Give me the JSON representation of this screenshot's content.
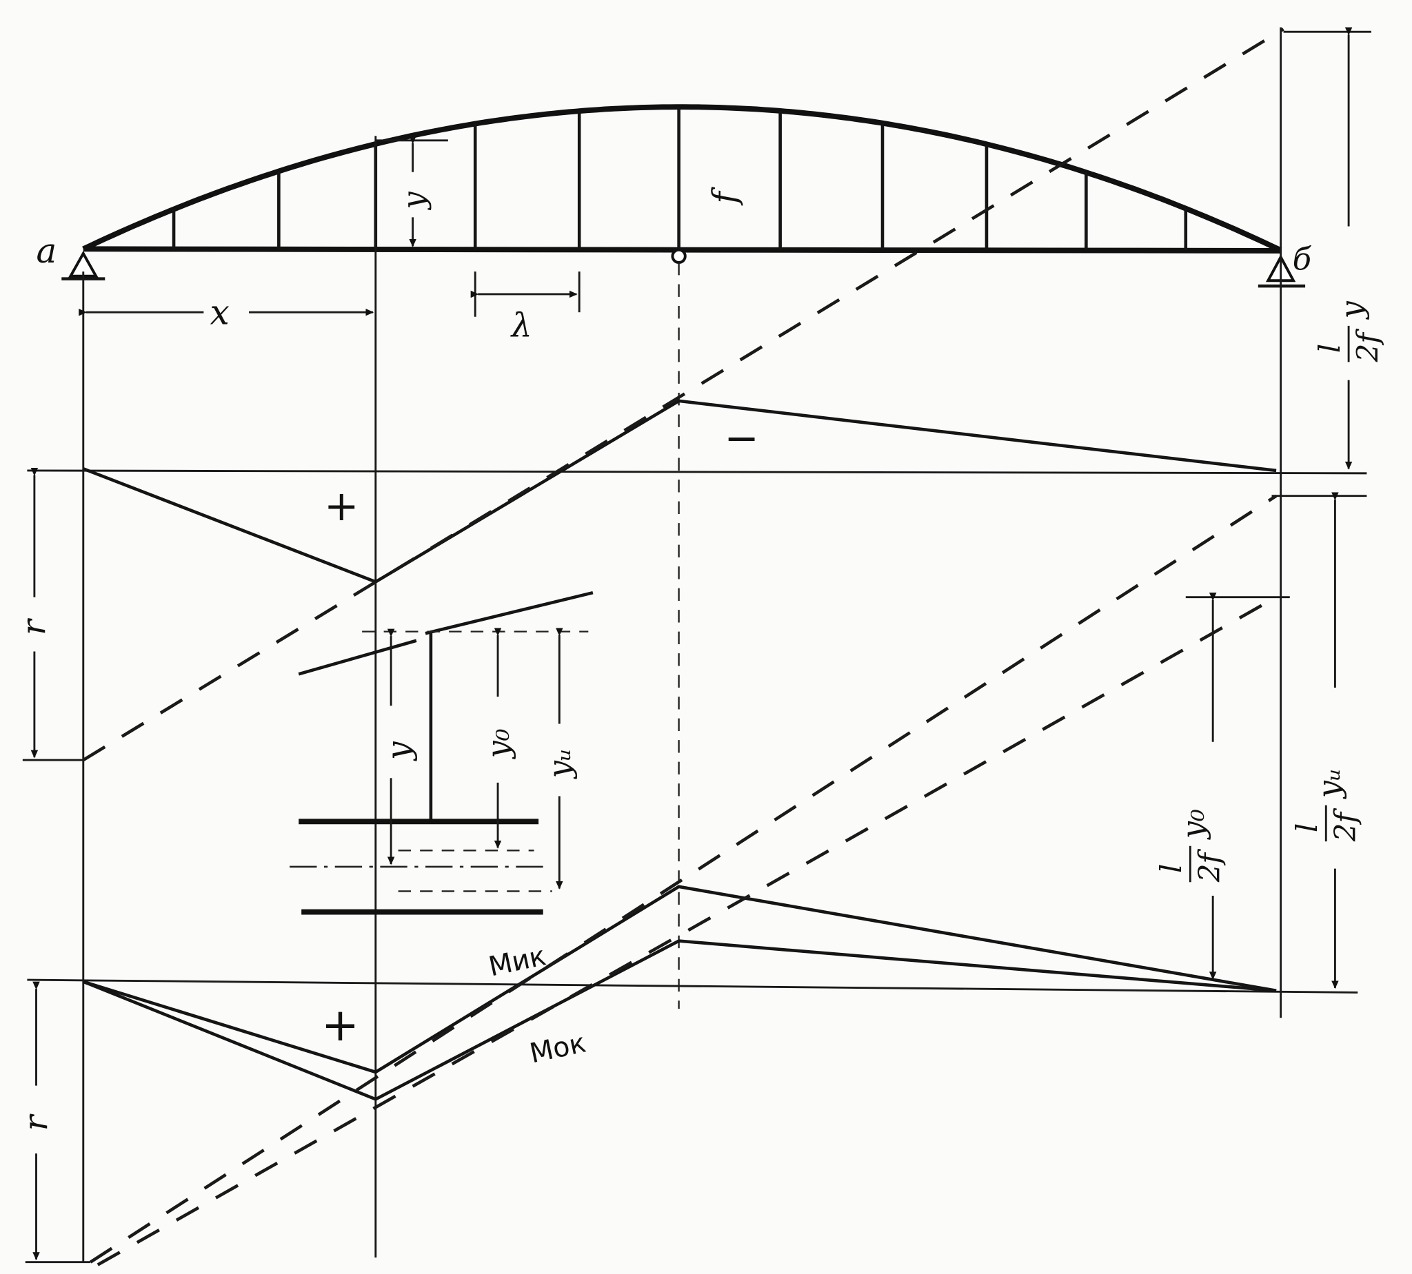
{
  "labels": {
    "support_a": "a",
    "support_b": "б",
    "x": "x",
    "lambda": "λ",
    "y_arch": "y",
    "f": "f",
    "r_top": "r",
    "r_bottom": "r",
    "plus_top": "+",
    "minus_top": "−",
    "plus_bottom": "+",
    "section_y": "y",
    "section_y0": "y₀",
    "section_yu": "yᵤ",
    "m_ik": "Mик",
    "m_ok": "Mок",
    "right_top_num": "l",
    "right_top_den": "2f",
    "right_top_var": "y",
    "right_yu_num": "l",
    "right_yu_den": "2f",
    "right_yu_var": "yᵤ",
    "right_y0_num": "l",
    "right_y0_den": "2f",
    "right_y0_var": "y₀"
  },
  "colors": {
    "ink": "#111111",
    "paper": "#fbfbf9"
  }
}
